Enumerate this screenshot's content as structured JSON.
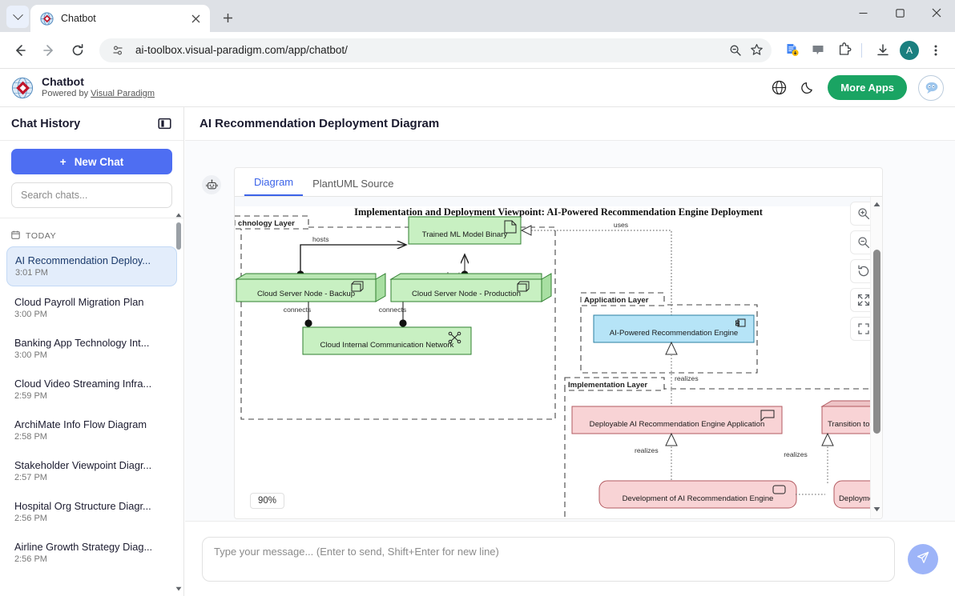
{
  "browser": {
    "tab": {
      "title": "Chatbot",
      "favicon": "visual-paradigm-globe-icon"
    },
    "url": "ai-toolbox.visual-paradigm.com/app/chatbot/",
    "toolbar_icons": [
      "back-icon",
      "forward-icon",
      "reload-icon",
      "site-info-icon",
      "zoom-out-icon",
      "bookmark-star-icon",
      "reading-list-icon",
      "comment-icon",
      "extensions-icon",
      "download-icon",
      "profile-avatar-icon",
      "browser-menu-icon"
    ],
    "profile_initial": "A",
    "window_controls": [
      "minimize-icon",
      "maximize-icon",
      "close-icon"
    ]
  },
  "app_header": {
    "title": "Chatbot",
    "subtitle_prefix": "Powered by ",
    "subtitle_link": "Visual Paradigm",
    "language_icon": "globe-icon",
    "theme_icon": "moon-icon",
    "more_apps_label": "More Apps",
    "more_apps_color": "#1aa463",
    "assistant_icon": "chat-bubble-icon"
  },
  "sidebar": {
    "title": "Chat History",
    "collapse_icon": "panel-toggle-icon",
    "new_chat_label": "New Chat",
    "new_chat_color": "#4e6ef2",
    "search_placeholder": "Search chats...",
    "group_label": "TODAY",
    "group_icon": "calendar-icon",
    "items": [
      {
        "title": "AI Recommendation Deploy...",
        "time": "3:01 PM",
        "active": true
      },
      {
        "title": "Cloud Payroll Migration Plan",
        "time": "3:00 PM",
        "active": false
      },
      {
        "title": "Banking App Technology Int...",
        "time": "3:00 PM",
        "active": false
      },
      {
        "title": "Cloud Video Streaming Infra...",
        "time": "2:59 PM",
        "active": false
      },
      {
        "title": "ArchiMate Info Flow Diagram",
        "time": "2:58 PM",
        "active": false
      },
      {
        "title": "Stakeholder Viewpoint Diagr...",
        "time": "2:57 PM",
        "active": false
      },
      {
        "title": "Hospital Org Structure Diagr...",
        "time": "2:56 PM",
        "active": false
      },
      {
        "title": "Airline Growth Strategy Diag...",
        "time": "2:56 PM",
        "active": false
      }
    ]
  },
  "main": {
    "page_title": "AI Recommendation Deployment Diagram",
    "assistant_chip_icon": "robot-icon",
    "tabs": [
      {
        "label": "Diagram",
        "active": true
      },
      {
        "label": "PlantUML Source",
        "active": false
      }
    ],
    "zoom_level": "90%",
    "zoom_tools": [
      {
        "name": "zoom-in-icon"
      },
      {
        "name": "zoom-out-icon"
      },
      {
        "name": "reset-rotate-icon"
      },
      {
        "name": "fit-screen-icon"
      },
      {
        "name": "fullscreen-icon"
      }
    ]
  },
  "diagram": {
    "title": "Implementation and Deployment Viewpoint: AI-Powered Recommendation Engine Deployment",
    "groups": [
      {
        "label": "chnology Layer",
        "full_label": "Technology Layer"
      },
      {
        "label": "Application Layer"
      },
      {
        "label": "Implementation Layer"
      }
    ],
    "nodes": [
      {
        "label": "Trained ML Model Binary",
        "type": "artifact",
        "color": "#c8f0c2"
      },
      {
        "label": "Cloud Server Node - Backup",
        "type": "node",
        "color": "#c8f0c2"
      },
      {
        "label": "Cloud Server Node - Production",
        "type": "node",
        "color": "#c8f0c2"
      },
      {
        "label": "Cloud Internal Communication Network",
        "type": "communication-network",
        "color": "#c8f0c2"
      },
      {
        "label": "AI-Powered Recommendation Engine",
        "type": "application-component",
        "color": "#b6e4f7"
      },
      {
        "label": "Deployable AI Recommendation Engine Application",
        "type": "deliverable",
        "color": "#f8d3d5"
      },
      {
        "label": "Transition to A",
        "type": "plateau",
        "color": "#f8d3d5"
      },
      {
        "label": "Development of AI Recommendation Engine",
        "type": "work-package",
        "color": "#f8d3d5"
      },
      {
        "label": "Deployment",
        "type": "work-package",
        "color": "#f8d3d5"
      }
    ],
    "edges": [
      {
        "label": "hosts"
      },
      {
        "label": "hosts"
      },
      {
        "label": "connects"
      },
      {
        "label": "connects"
      },
      {
        "label": "uses"
      },
      {
        "label": "realizes"
      },
      {
        "label": "realizes"
      },
      {
        "label": "realizes"
      }
    ]
  },
  "composer": {
    "placeholder": "Type your message... (Enter to send, Shift+Enter for new line)",
    "value": "",
    "send_icon": "send-paper-plane-icon",
    "send_color": "#9db4f8"
  }
}
